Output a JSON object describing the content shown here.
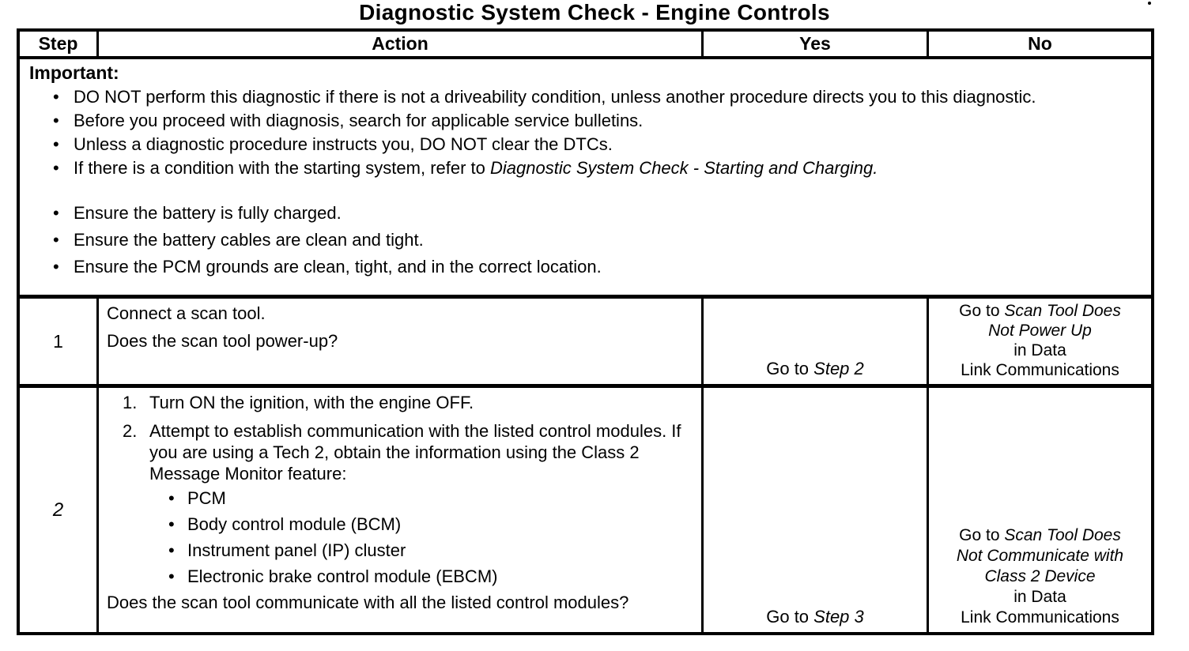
{
  "page": {
    "title": "Diagnostic System Check - Engine Controls"
  },
  "glyphs": {
    "bullet": "•",
    "num1": "1.",
    "num2": "2."
  },
  "table": {
    "header": {
      "step": "Step",
      "action": "Action",
      "yes": "Yes",
      "no": "No"
    },
    "important": {
      "label": "Important:",
      "bullets_a": [
        {
          "text": "DO NOT perform this diagnostic if there is not a driveability condition, unless another procedure directs you to this diagnostic."
        },
        {
          "text": "Before you proceed with diagnosis, search for applicable service bulletins."
        },
        {
          "text": "Unless a diagnostic procedure instructs you, DO NOT clear the DTCs."
        },
        {
          "text": "If there is a condition with the starting system, refer to ",
          "italic": "Diagnostic System Check - Starting and Charging."
        }
      ],
      "bullets_b": [
        {
          "text": "Ensure the battery is fully charged."
        },
        {
          "text": "Ensure the battery cables are clean and tight."
        },
        {
          "text": "Ensure the PCM grounds are clean, tight, and in the correct location."
        }
      ]
    },
    "row1": {
      "step": "1",
      "action_line1": "Connect a scan tool.",
      "action_line2": "Does the scan tool power-up?",
      "yes_prefix": "Go to ",
      "yes_italic": "Step 2",
      "no_line1_prefix": "Go to ",
      "no_line1_italic": "Scan Tool Does",
      "no_line2_italic": "Not Power Up",
      "no_line3": "in Data",
      "no_line4": "Link Communications"
    },
    "row2": {
      "step": "2",
      "item1_text": "Turn ON the ignition, with the engine OFF.",
      "item2_text": "Attempt to establish communication with the listed control modules. If you are using a Tech 2, obtain the information using the Class 2 Message Monitor feature:",
      "modules": [
        "PCM",
        "Body control module (BCM)",
        "Instrument panel (IP) cluster",
        "Electronic brake control module (EBCM)"
      ],
      "question": "Does the scan tool communicate with all the listed control modules?",
      "yes_prefix": "Go to ",
      "yes_italic": "Step 3",
      "no_line1_prefix": "Go to ",
      "no_line1_italic": "Scan Tool Does",
      "no_line2_italic": "Not Communicate with",
      "no_line3_italic": "Class 2 Device",
      "no_line4": "in Data",
      "no_line5": "Link Communications"
    }
  }
}
